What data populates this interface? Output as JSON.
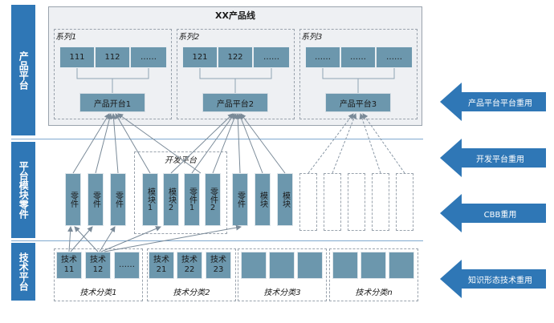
{
  "layers": {
    "product": "产品平台",
    "module": "平台模块零件",
    "tech": "技术平台"
  },
  "product_line": {
    "title": "XX产品线",
    "series": [
      {
        "label": "系列1",
        "cells": [
          "111",
          "112",
          "……"
        ],
        "platform": "产品开台1"
      },
      {
        "label": "系列2",
        "cells": [
          "121",
          "122",
          "……"
        ],
        "platform": "产品平台2"
      },
      {
        "label": "系列3",
        "cells": [
          "……",
          "……",
          "……"
        ],
        "platform": "产品平台3"
      }
    ]
  },
  "modules": {
    "left_parts": [
      "零件",
      "零件",
      "零件"
    ],
    "dev_platform_label": "开发平台",
    "dev_items": [
      "模块1",
      "模块2",
      "零件1",
      "零件2"
    ],
    "right_items": [
      "零件",
      "模块",
      "模块"
    ]
  },
  "tech": {
    "groups": [
      {
        "label": "技术分类1",
        "items": [
          "技术\n11",
          "技术\n12",
          "……"
        ]
      },
      {
        "label": "技术分类2",
        "items": [
          "技术\n21",
          "技术\n22",
          "技术\n23"
        ]
      },
      {
        "label": "技术分类3",
        "items": [
          "",
          "",
          ""
        ]
      },
      {
        "label": "技术分类n",
        "items": [
          "",
          "",
          ""
        ]
      }
    ]
  },
  "reuse_arrows": [
    "产品平台平台重用",
    "开发平台重用",
    "CBB重用",
    "知识形态技术重用"
  ],
  "colors": {
    "layer_blue": "#2f77b6",
    "cell_teal": "#6c97ad",
    "arrow_blue": "#2f77b6"
  }
}
